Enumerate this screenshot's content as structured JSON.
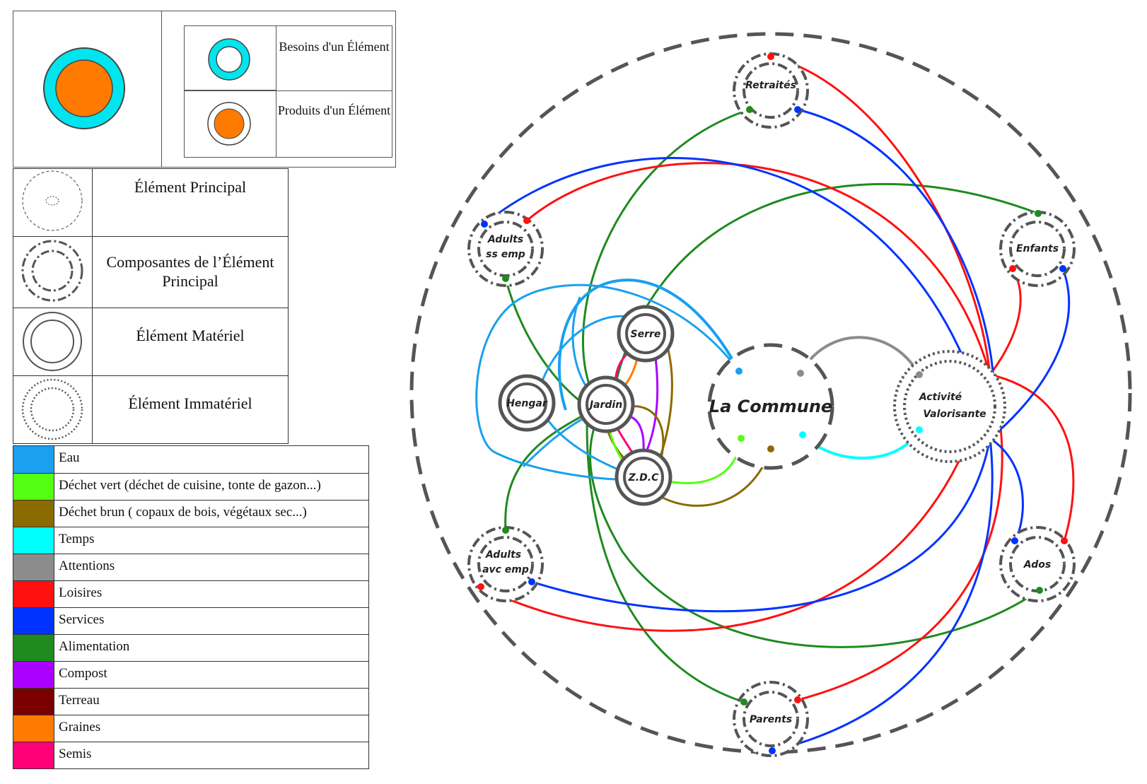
{
  "legend_top": {
    "needs_label": "Besoins d'un Élément",
    "products_label": "Produits d'un Élément",
    "needs_color": "#00e5ee",
    "products_color": "#ff7a00"
  },
  "element_types": [
    {
      "label": "Élément Principal",
      "icon": "thin-dashed-circle-icon"
    },
    {
      "label": "Composantes de l’Élément Principal",
      "icon": "dash-dot-double-circle-icon"
    },
    {
      "label": "Élément Matériel",
      "icon": "solid-double-circle-icon"
    },
    {
      "label": "Élément Immatériel",
      "icon": "dotted-double-circle-icon"
    }
  ],
  "flows": [
    {
      "label": "Eau",
      "color": "#1aa0ee"
    },
    {
      "label": "Déchet vert (déchet de cuisine, tonte de gazon...)",
      "color": "#55ff11"
    },
    {
      "label": "Déchet brun ( copaux de bois, végétaux sec...)",
      "color": "#8b6a00"
    },
    {
      "label": "Temps",
      "color": "#00ffff"
    },
    {
      "label": "Attentions",
      "color": "#8c8c8c"
    },
    {
      "label": "Loisires",
      "color": "#ff1111"
    },
    {
      "label": "Services",
      "color": "#0033ff"
    },
    {
      "label": "Alimentation",
      "color": "#1f8a1f"
    },
    {
      "label": "Compost",
      "color": "#aa00ff"
    },
    {
      "label": "Terreau",
      "color": "#7a0000"
    },
    {
      "label": "Graines",
      "color": "#ff7a00"
    },
    {
      "label": "Semis",
      "color": "#ff0077"
    }
  ],
  "nodes": {
    "commune": "La Commune",
    "retraites": "Retraités",
    "adults_ss_1": "Adults",
    "adults_ss_2": "ss emp",
    "enfants": "Enfants",
    "hengar": "Hengar",
    "jardin": "Jardin",
    "serre": "Serre",
    "zdc": "Z.D.C",
    "activite_1": "Activité",
    "activite_2": "Valorisante",
    "adults_avc_1": "Adults",
    "adults_avc_2": "avc emp",
    "ados": "Ados",
    "parents": "Parents"
  }
}
